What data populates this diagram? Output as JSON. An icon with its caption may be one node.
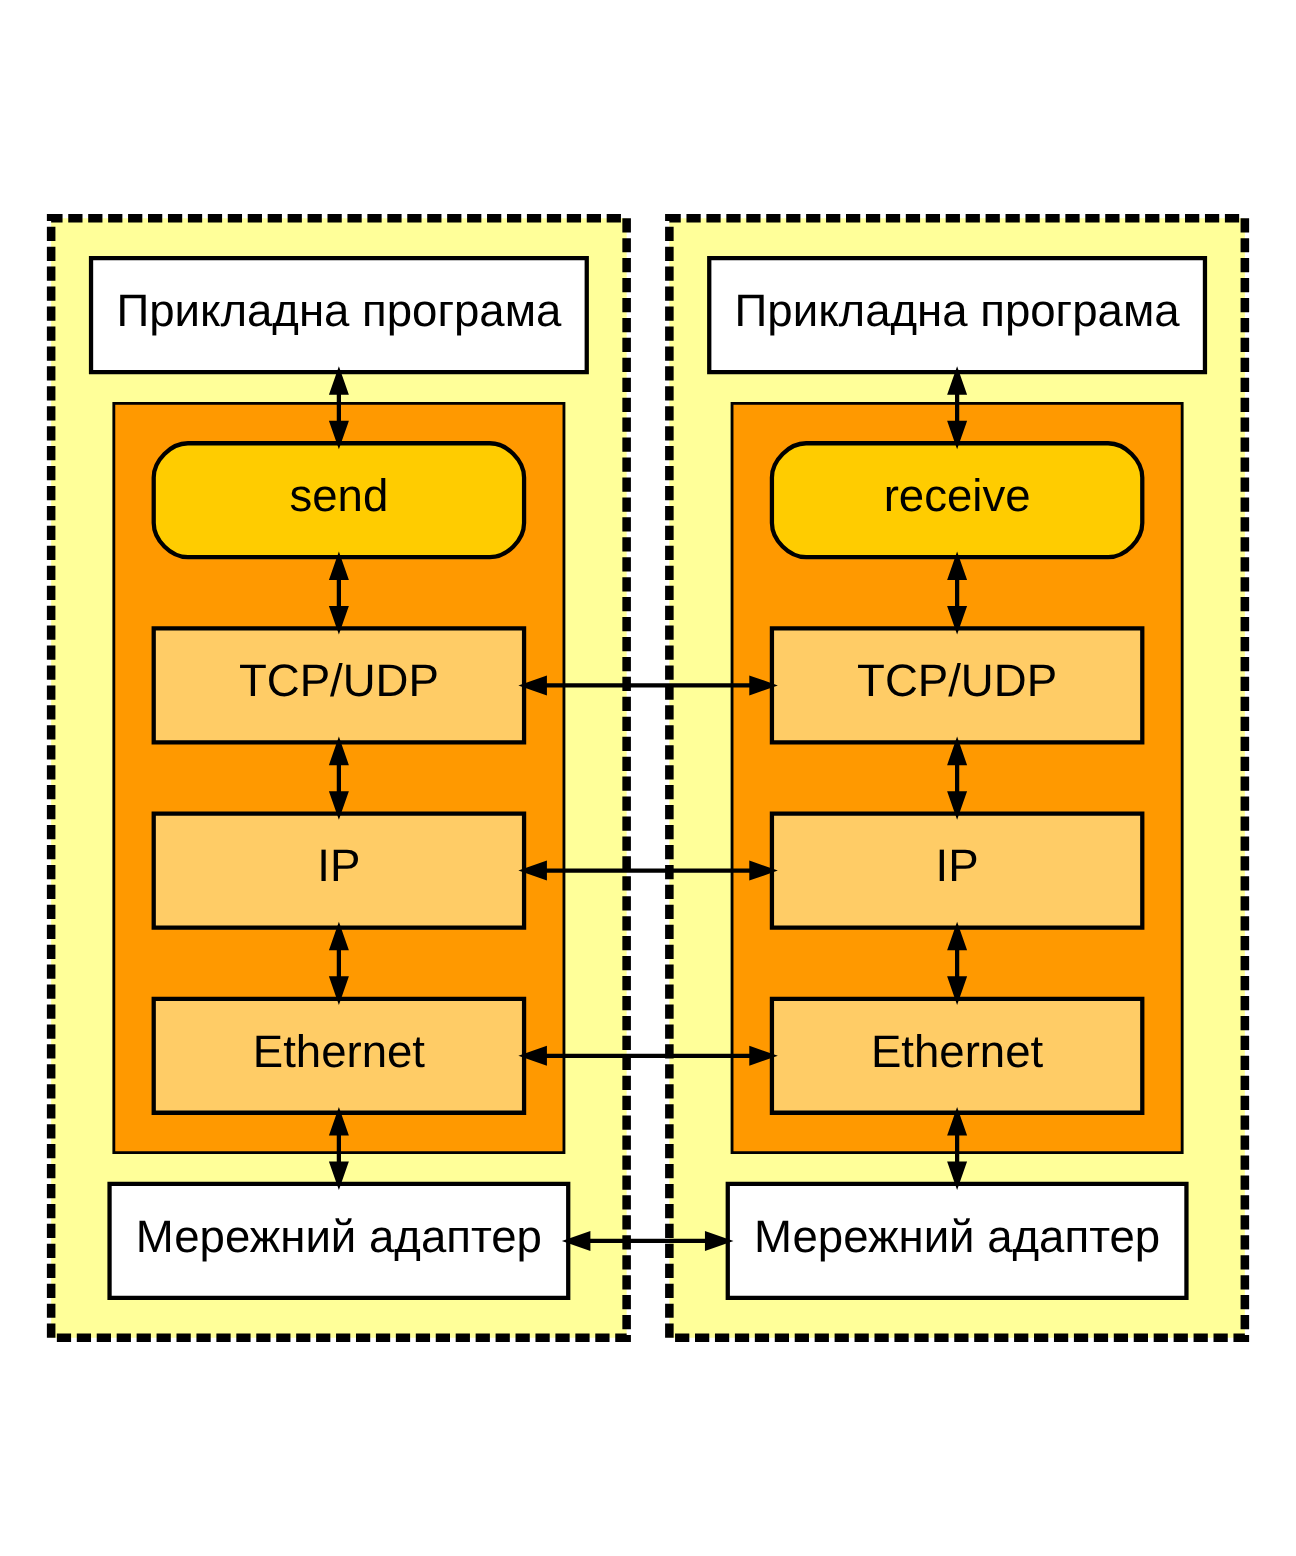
{
  "diagram": {
    "nodes": [
      {
        "text": [],
        "shape": "box"
      },
      {
        "text": [
          "Прикладна програма"
        ],
        "in": 0
      },
      {
        "text": [],
        "shape": "box",
        "in": 0
      },
      {
        "text": [
          "send"
        ],
        "in": 2
      },
      {
        "text": [
          "TCP/UDP"
        ],
        "in": 2
      },
      {
        "text": [
          "IP"
        ],
        "in": 2
      },
      {
        "text": [
          "Ethernet"
        ],
        "in": 2
      },
      {
        "text": [
          "Мережний адаптер"
        ],
        "in": 0
      },
      {
        "text": [],
        "shape": "box"
      },
      {
        "text": [
          "Прикладна програма"
        ],
        "in": 8
      },
      {
        "text": [],
        "shape": "box",
        "in": 8
      },
      {
        "text": [
          "receive"
        ],
        "in": 10
      },
      {
        "text": [
          "TCP/UDP"
        ],
        "in": 10
      },
      {
        "text": [
          "IP"
        ],
        "in": 10
      },
      {
        "text": [
          "Ethernet"
        ],
        "in": 10
      },
      {
        "text": [
          "Мережний адаптер"
        ],
        "in": 8
      }
    ],
    "edges": [
      {
        "from": 1,
        "to": 3,
        "arrow": "both"
      },
      {
        "from": 3,
        "to": 4,
        "arrow": "both"
      },
      {
        "from": 4,
        "to": 5,
        "arrow": "both"
      },
      {
        "from": 5,
        "to": 6,
        "arrow": "both"
      },
      {
        "from": 6,
        "to": 7,
        "arrow": "both"
      },
      {
        "from": 9,
        "to": 11,
        "arrow": "both"
      },
      {
        "from": 11,
        "to": 12,
        "arrow": "both"
      },
      {
        "from": 12,
        "to": 13,
        "arrow": "both"
      },
      {
        "from": 13,
        "to": 14,
        "arrow": "both"
      },
      {
        "from": 14,
        "to": 15,
        "arrow": "both"
      },
      {
        "from": 4,
        "to": 12,
        "arrow": "both"
      },
      {
        "from": 5,
        "to": 13,
        "arrow": "both"
      },
      {
        "from": 6,
        "to": 14,
        "arrow": "both"
      },
      {
        "from": 7,
        "to": 15,
        "arrow": "both"
      }
    ]
  }
}
